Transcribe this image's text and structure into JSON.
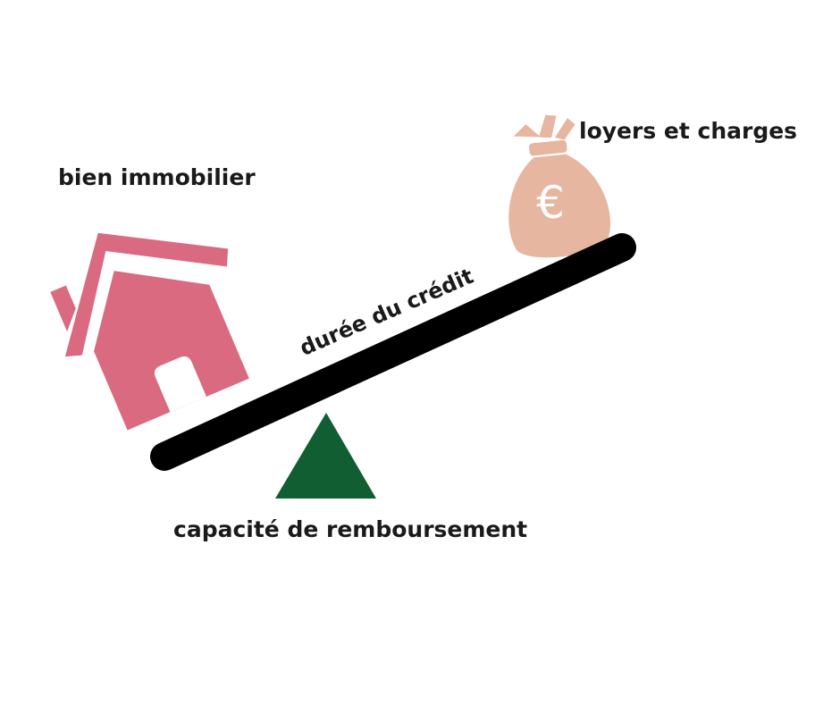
{
  "labels": {
    "property": "bien immobilier",
    "rent_and_charges": "loyers et charges",
    "loan_duration": "durée du crédit",
    "repayment_capacity": "capacité de remboursement"
  },
  "icons": {
    "house": "house-icon",
    "money_bag": "money-bag-icon",
    "currency": "€",
    "fulcrum": "triangle-fulcrum-icon"
  },
  "colors": {
    "house": "#d96a80",
    "bag": "#e6b6a0",
    "beam": "#000000",
    "fulcrum": "#115e33",
    "text": "#1a1a1a"
  }
}
